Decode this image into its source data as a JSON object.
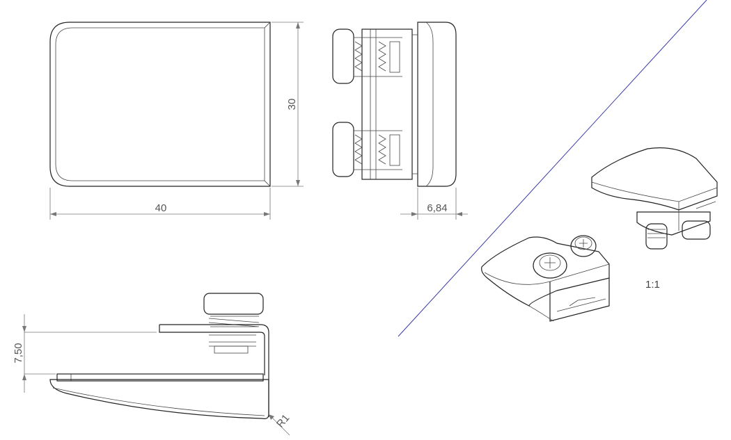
{
  "drawing": {
    "dimensions": {
      "height": "30",
      "width": "40",
      "depth": "6,84",
      "offset": "7,50",
      "radius": "R1"
    },
    "scale_label": "1:1",
    "section_line_color": "#3a3aa8"
  }
}
